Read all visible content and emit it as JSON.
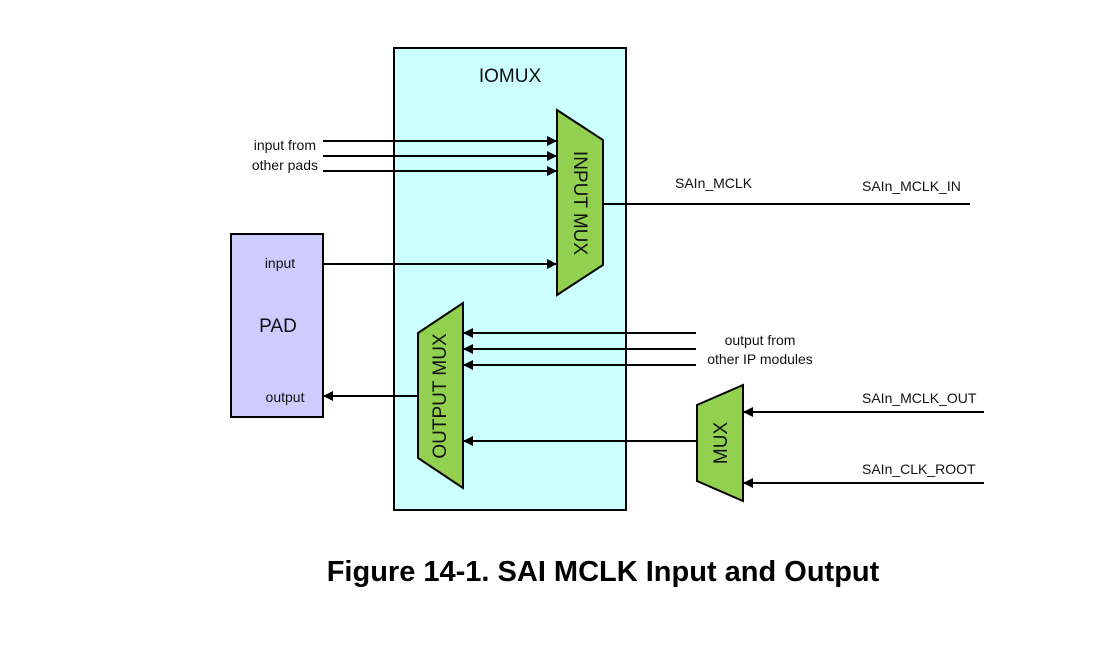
{
  "diagram": {
    "iomux": {
      "label": "IOMUX",
      "fill": "#ccffff"
    },
    "pad": {
      "label": "PAD",
      "input_label": "input",
      "output_label": "output",
      "fill": "#ccccff"
    },
    "input_mux": {
      "label": "INPUT MUX",
      "fill": "#92d050"
    },
    "output_mux": {
      "label": "OUTPUT MUX",
      "fill": "#92d050"
    },
    "mux": {
      "label": "MUX",
      "fill": "#92d050"
    },
    "labels": {
      "input_from_line1": "input from",
      "input_from_line2": "other pads",
      "output_from_line1": "output from",
      "output_from_line2": "other IP modules",
      "sain_mclk": "SAIn_MCLK",
      "sain_mclk_in": "SAIn_MCLK_IN",
      "sain_mclk_out": "SAIn_MCLK_OUT",
      "sain_clk_root": "SAIn_CLK_ROOT"
    }
  },
  "caption": "Figure 14-1. SAI MCLK Input and Output"
}
